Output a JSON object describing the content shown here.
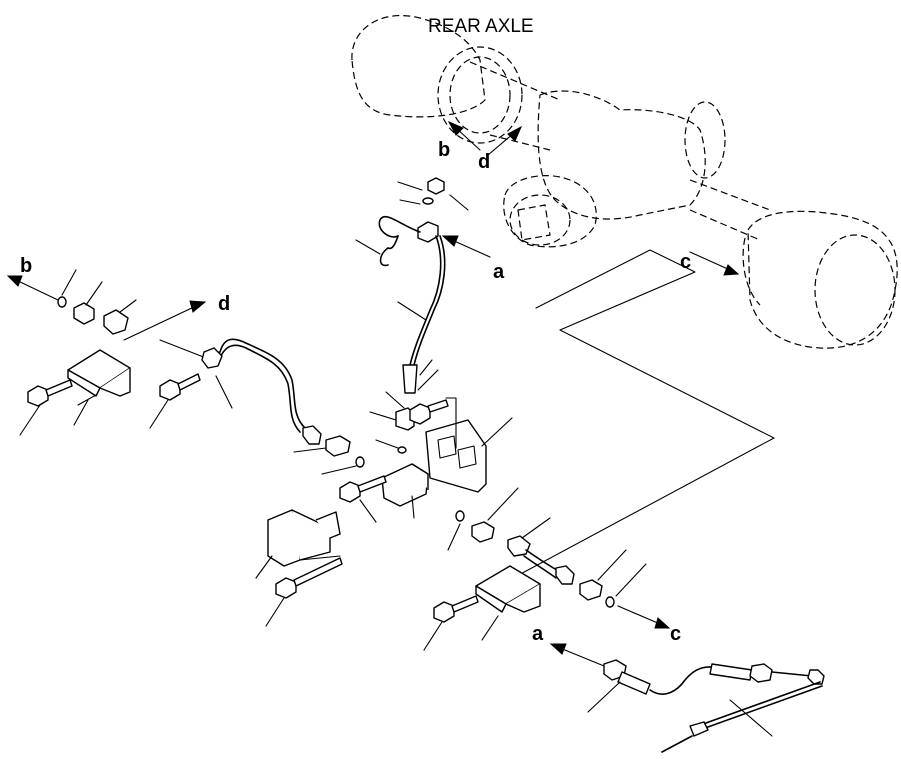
{
  "title": "REAR AXLE",
  "refs": {
    "a_top": "a",
    "a_bottom": "a",
    "b_axle": "b",
    "b_left": "b",
    "c_axle": "c",
    "c_right": "c",
    "d_axle": "d",
    "d_left": "d"
  },
  "colors": {
    "ink": "#000000",
    "paper": "#ffffff"
  }
}
